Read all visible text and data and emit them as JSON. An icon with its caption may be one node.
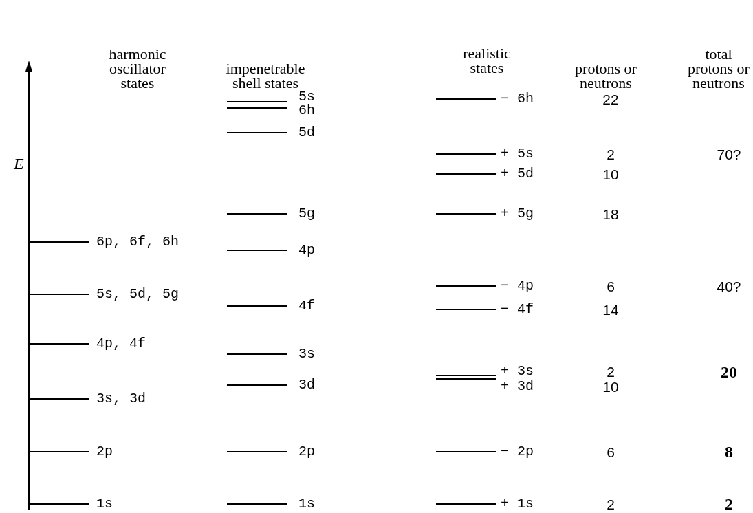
{
  "diagram": {
    "labels": [
      "harmonic oscillator states",
      "impenetrable shell states",
      "realistic states",
      "protons or neutrons",
      "total protons or neutrons",
      "E",
      "6p, 6f, 6h",
      "5s, 5d, 5g",
      "4p, 4f",
      "3s, 3d",
      "2p",
      "1s",
      "5s",
      "6h",
      "5d",
      "5g",
      "4p",
      "4f",
      "3s",
      "3d",
      "2p",
      "1s",
      "− 6h",
      "+ 5s",
      "+ 5d",
      "+ 5g",
      "− 4p",
      "− 4f",
      "+ 3s",
      "+ 3d",
      "− 2p",
      "+ 1s",
      "22",
      "2",
      "10",
      "18",
      "6",
      "14",
      "2",
      "10",
      "6",
      "2",
      "70?",
      "40?",
      "20",
      "8",
      "2"
    ]
  }
}
